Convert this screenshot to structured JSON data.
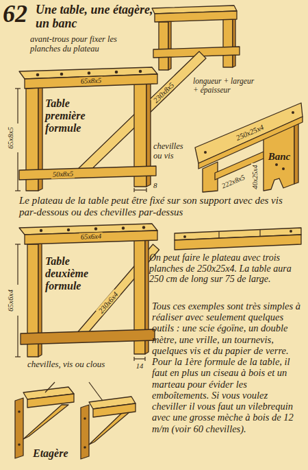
{
  "diagram": {
    "title": "Une table, une étagère, un banc",
    "labels": [
      "62",
      "avant-trous pour fixer les planches du plateau",
      "65x8x5",
      "longueur + largeur + épaisseur",
      "Table première formule",
      "230x8x5",
      "50x8x5",
      "chevilles ou vis",
      "65x8x5",
      "8",
      "250x25x4",
      "222x8x5",
      "40x25x4",
      "Banc",
      "Le plateau de la table peut être fixé sur son support avec des vis par-dessous ou des chevilles par-dessus",
      "65x6x4",
      "Table deuxième formule",
      "230x6x4",
      "65x6x4",
      "On peut faire le plateau avec trois planches de 250x25x4. La table aura 250 cm de long sur 75 de large.",
      "14",
      "chevilles, vis ou clous",
      "Tous ces exemples sont très simples à réaliser avec seulement quelques outils : une scie égoïne, un double mètre, une vrille, un tournevis, quelques vis et du papier de verre. Pour la 1ère formule de la table, il faut en plus un ciseau à bois et un marteau pour évider les emboîtements. Si vous voulez cheviller il vous faut un vilebrequin avec une grosse mèche à bois de 12 m/m (voir 60 chevilles).",
      "Etagère"
    ]
  }
}
